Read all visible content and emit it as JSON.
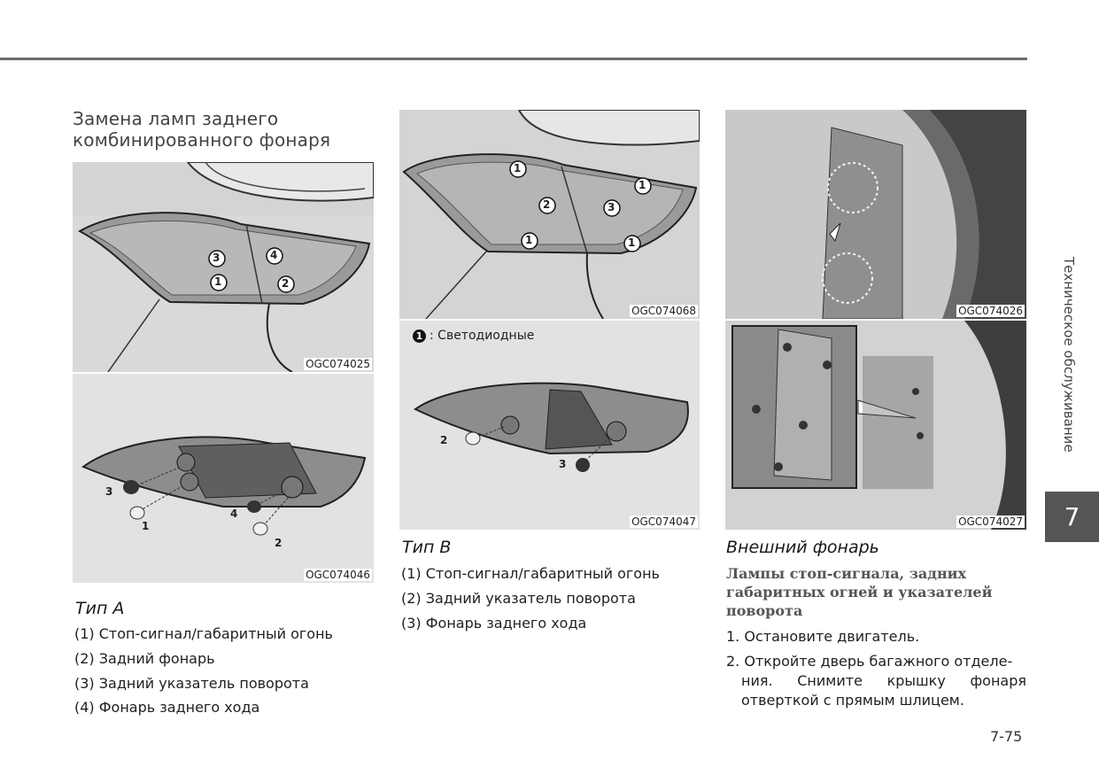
{
  "section_title_line1": "Замена ламп заднего",
  "section_title_line2": "комбинированного фонаря",
  "figures": {
    "fig1_code": "OGC074025",
    "fig2_code": "OGC074046",
    "fig3_code": "OGC074068",
    "fig4_code": "OGC074047",
    "fig5_code": "OGC074026",
    "fig6_code": "OGC074027"
  },
  "callouts": {
    "n1": "1",
    "n2": "2",
    "n3": "3",
    "n4": "4"
  },
  "type_a": {
    "heading": "Тип A",
    "items": [
      "(1) Стоп-сигнал/габаритный огонь",
      "(2) Задний фонарь",
      "(3) Задний указатель поворота",
      "(4) Фонарь заднего хода"
    ]
  },
  "type_b": {
    "heading": "Тип B",
    "legend_num": "1",
    "legend_text": ": Светодиодные",
    "items": [
      "(1) Стоп-сигнал/габаритный огонь",
      "(2) Задний указатель поворота",
      "(3) Фонарь заднего хода"
    ]
  },
  "outer_lamp": {
    "heading": "Внешний фонарь",
    "subheading_lines": [
      "Лампы стоп-сигнала, задних",
      "габаритных огней и указателей",
      "поворота"
    ],
    "steps": [
      "1. Остановите двигатель.",
      "2. Откройте дверь багажного отделе-",
      "ния. Снимите крышку фонаря",
      "отверткой с прямым шлицем."
    ]
  },
  "side_tab": {
    "number": "7",
    "label": "Техническое обслуживание"
  },
  "page_number": "7-75"
}
